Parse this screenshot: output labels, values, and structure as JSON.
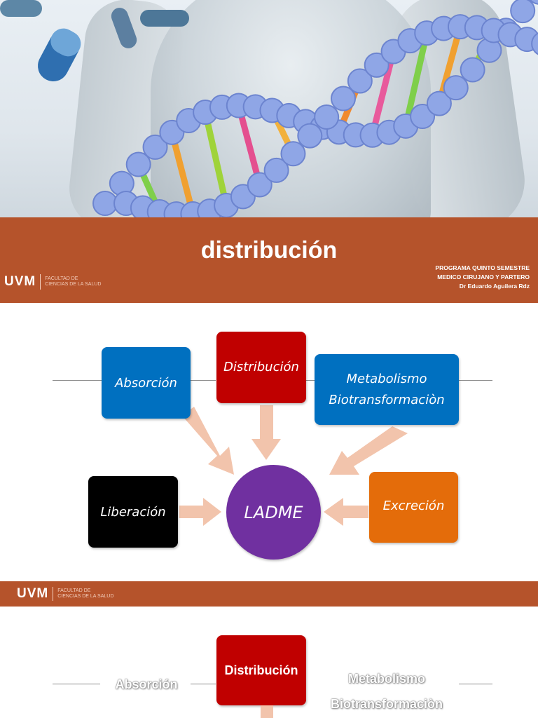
{
  "slide": {
    "title": "distribución",
    "logo": "UVM",
    "logo_subtitle": [
      "FACULTAD DE",
      "CIENCIAS DE LA SALUD"
    ],
    "credits": [
      "PROGRAMA QUINTO SEMESTRE",
      "MEDICO CIRUJANO Y PARTERO",
      "Dr Eduardo Aguilera Rdz"
    ]
  },
  "diagram": {
    "center": "LADME",
    "absorcion": "Absorción",
    "distribucion": "Distribución",
    "metabolismo": [
      "Metabolismo",
      "Biotransformaciòn"
    ],
    "liberacion": "Liberación",
    "excrecion": "Excreción",
    "colors": {
      "absorcion": "#0070c0",
      "distribucion": "#c00000",
      "metabolismo": "#0070c0",
      "liberacion": "#000000",
      "excrecion": "#e46c0a",
      "center": "#7030a0",
      "arrow": "#f2c4ac",
      "band": "#b5532b"
    }
  },
  "slide2": {
    "logo": "UVM",
    "logo_subtitle": [
      "FACULTAD DE",
      "CIENCIAS DE LA SALUD"
    ],
    "distribucion": "Distribución",
    "absorcion": "Absorción",
    "metabolismo": [
      "Metabolismo",
      "Biotransformaciòn"
    ]
  }
}
